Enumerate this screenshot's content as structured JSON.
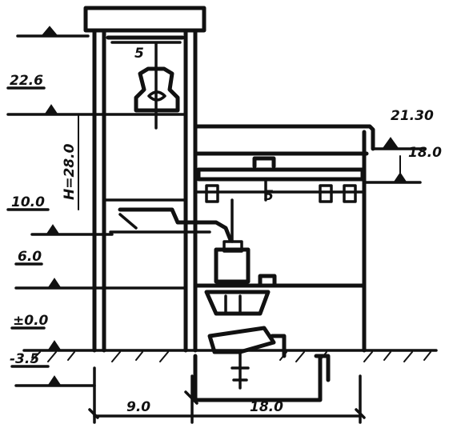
{
  "diagram": {
    "elevation_marks": {
      "left_upper": "22.6",
      "left_height": "H=28.0",
      "left_mid": "10.0",
      "left_lower": "6.0",
      "left_base": "±0.0",
      "left_below": "-3.5",
      "right_top": "21.30",
      "right_second": "18.0"
    },
    "crane_labels": {
      "upper_hook": "5",
      "lower_hook": "5"
    },
    "dimensions": {
      "left_span": "9.0",
      "right_span": "18.0"
    }
  }
}
